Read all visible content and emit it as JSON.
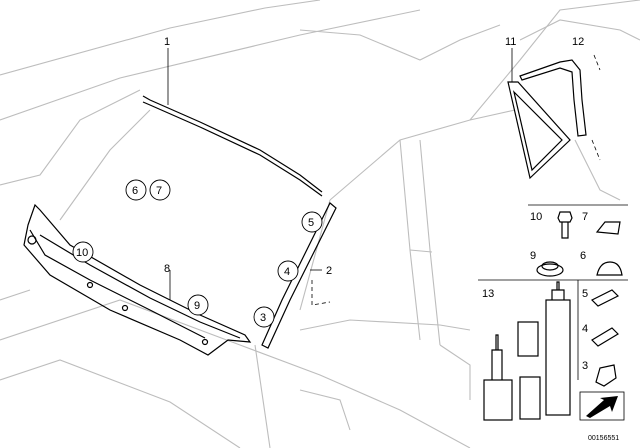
{
  "labels": {
    "p1": "1",
    "p2": "2",
    "p3": "3",
    "p4": "4",
    "p5": "5",
    "p6": "6",
    "p7": "7",
    "p8": "8",
    "p9": "9",
    "p10": "10",
    "p11": "11",
    "p12": "12"
  },
  "legend": {
    "row1": {
      "a": "10",
      "b": "7"
    },
    "row2": {
      "a": "9",
      "b": "6"
    },
    "block_title": "13",
    "right_col": {
      "a": "5",
      "b": "4",
      "c": "3"
    }
  },
  "doc_id": "00156551"
}
